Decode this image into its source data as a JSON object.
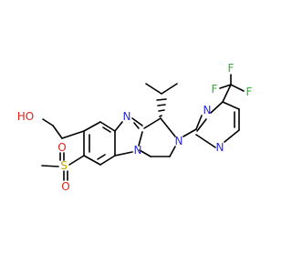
{
  "colors": {
    "background": "#ffffff",
    "bond": "#000000",
    "N": "#2b2bd6",
    "O": "#e1221b",
    "S": "#c9a300",
    "F": "#33b233",
    "C": "#000000"
  },
  "atoms": {
    "oh": "HO",
    "n_imidazole": "N",
    "n_fused": "N",
    "n_piperazine": "N",
    "n_pyrimidine_top": "N",
    "n_pyrimidine_bottom": "N",
    "sulfur": "S",
    "o_sulfonyl_1": "O",
    "o_sulfonyl_2": "O",
    "f1": "F",
    "f2": "F",
    "f3": "F"
  }
}
